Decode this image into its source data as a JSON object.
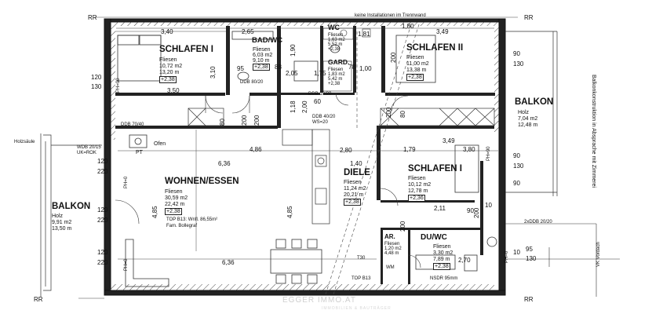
{
  "top_note": "keine Installationen im Trennwand",
  "rr": "RR",
  "rooms": {
    "schlafen1_top": {
      "name": "SCHLAFEN I",
      "floor": "Fliesen",
      "area": "10,72 m2",
      "perimeter": "13,20 m",
      "height": "+2,38"
    },
    "bad": {
      "name": "BAD/WC",
      "floor": "Fliesen",
      "area": "6,03 m2",
      "perimeter": "9,10 m",
      "height": "+2,38"
    },
    "wc": {
      "name": "WC",
      "floor": "Fliesen",
      "area": "1,63 m2",
      "perimeter": "5,52 m",
      "height": "+2,38"
    },
    "gard": {
      "name": "GARD.",
      "floor": "Fliesen",
      "area": "1,83 m2",
      "perimeter": "5,42 m",
      "height": "+2,38"
    },
    "schlafen2": {
      "name": "SCHLAFEN II",
      "floor": "Fliesen",
      "area": "11,00 m2",
      "perimeter": "13,38 m",
      "height": "+2,38"
    },
    "balkon_right": {
      "name": "BALKON",
      "floor": "Holz",
      "area": "7,04 m2",
      "perimeter": "12,48 m"
    },
    "wohnen": {
      "name": "WOHNEN/ESSEN",
      "floor": "Fliesen",
      "area": "30,59 m2",
      "perimeter": "22,42 m",
      "height": "+2,38",
      "top_info": "TOP B13: Wnfl. 86,55m²",
      "fam": "Fam. Bollegraf"
    },
    "diele": {
      "name": "DIELE",
      "floor": "Fliesen",
      "area": "11,24 m2",
      "perimeter": "20,21 m",
      "height": "+2,38"
    },
    "schlafen1_bottom": {
      "name": "SCHLAFEN I",
      "floor": "Fliesen",
      "area": "10,12 m2",
      "perimeter": "12,78 m",
      "height": "+2,36"
    },
    "ar": {
      "name": "AR.",
      "floor": "Fliesen",
      "area": "1,20 m2",
      "perimeter": "4,48 m"
    },
    "du": {
      "name": "DU/WC",
      "floor": "Fliesen",
      "area": "3,30 m2",
      "perimeter": "7,89 m",
      "height": "+2,38"
    },
    "balkon_left": {
      "name": "BALKON",
      "floor": "Holz",
      "area": "9,91 m2",
      "perimeter": "13,50 m"
    }
  },
  "labels": {
    "ddb_top": "DDB 70/40",
    "ofen": "Ofen",
    "pt": "PT",
    "wdb": "WDB 20/15",
    "uk_rok": "UK=ROK",
    "holzsaule": "Holzsäule",
    "ph90": "PH=90",
    "ph0": "PH=0",
    "ddb_mid": "DDB 80/20",
    "ddb_wc": "DDB 10/20",
    "ddb_diele": "DDB 40/20",
    "ws_diele": "WS=20",
    "ddb_bottom": "2xDDB 20/20",
    "balkonkonstruktion": "Balkonkonstruktion in Absprache mit Zimmerei",
    "vk_vordach": "VK Vordach",
    "top_b13": "TOP B13",
    "wm": "WM",
    "t30": "T30",
    "nsdr": "NSDR 95mm",
    "watermark": "EGGER IMMO.AT",
    "watermark_sub": "IMMOBILIEN & BAUTRÄGER"
  },
  "dims": {
    "d340": "3,40",
    "d265": "2,65",
    "d180": "1,80",
    "d181": "1,81",
    "d349": "3,49",
    "d310": "3,10",
    "d350": "3,50",
    "d120a": "120",
    "d130a": "130",
    "d90a": "90",
    "d130b": "130",
    "d90b": "90",
    "d130c": "130",
    "d486": "4,86",
    "d636a": "6,36",
    "d636b": "6,36",
    "d485a": "4,85",
    "d485b": "4,85",
    "d280": "2,80",
    "d140": "1,40",
    "d179": "1,79",
    "d380": "3,80",
    "d211": "2,11",
    "d270": "2,70",
    "d349b": "3,49",
    "d80a": "80",
    "d80b": "80",
    "d200a": "200",
    "d200b": "200",
    "d200c": "200",
    "d200d": "200",
    "d200e": "200",
    "d200f": "200",
    "d90c": "90",
    "d90d": "90",
    "d120b": "120",
    "d220a": "220",
    "d120c": "120",
    "d220b": "220",
    "d120d": "120",
    "d220c": "220",
    "d10a": "10",
    "d10b": "10",
    "d95": "95",
    "d130d": "130",
    "d88": "88",
    "d205": "2,05",
    "d175": "1,75",
    "d78": "78",
    "d100": "1,00",
    "d95b": "95",
    "d118": "1,18",
    "d60": "60",
    "d200g": "2,00",
    "d190": "1,90"
  }
}
